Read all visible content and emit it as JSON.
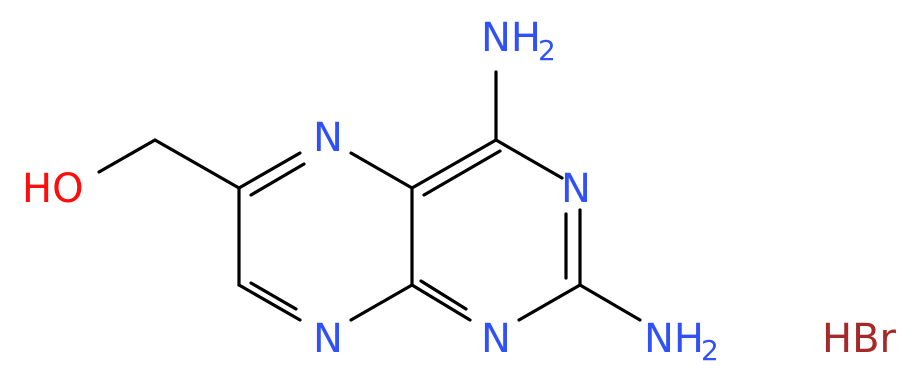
{
  "molecule": {
    "atoms": {
      "hydroxyl": "HO",
      "n5": "N",
      "n8": "N",
      "n1": "N",
      "n3": "N",
      "amino_top": {
        "main": "NH",
        "sub": "2"
      },
      "amino_bottom": {
        "main": "NH",
        "sub": "2"
      }
    },
    "salt": "HBr"
  },
  "colors": {
    "nitrogen": "#3050F8",
    "oxygen": "#FF0D0D",
    "bromine": "#A62929",
    "carbon": "#000000"
  }
}
